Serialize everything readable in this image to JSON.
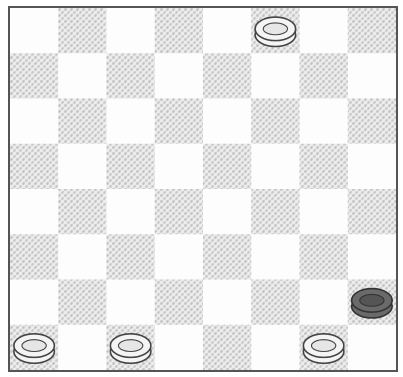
{
  "board": {
    "rows": 8,
    "cols": 8,
    "colors": {
      "light_square": "#fdfdfd",
      "dark_square_fill": "#ececec",
      "dark_square_pattern": "#b5b5b5",
      "frame": "#555555",
      "light_piece_fill": "#f4f4f4",
      "light_piece_stroke": "#444444",
      "dark_piece_fill": "#6a6a6a",
      "dark_piece_stroke": "#333333"
    },
    "pieces": [
      {
        "row": 0,
        "col": 5,
        "color": "light",
        "king": false
      },
      {
        "row": 6,
        "col": 7,
        "color": "dark",
        "king": false
      },
      {
        "row": 7,
        "col": 0,
        "color": "light",
        "king": false
      },
      {
        "row": 7,
        "col": 2,
        "color": "light",
        "king": false
      },
      {
        "row": 7,
        "col": 6,
        "color": "light",
        "king": false
      }
    ]
  }
}
